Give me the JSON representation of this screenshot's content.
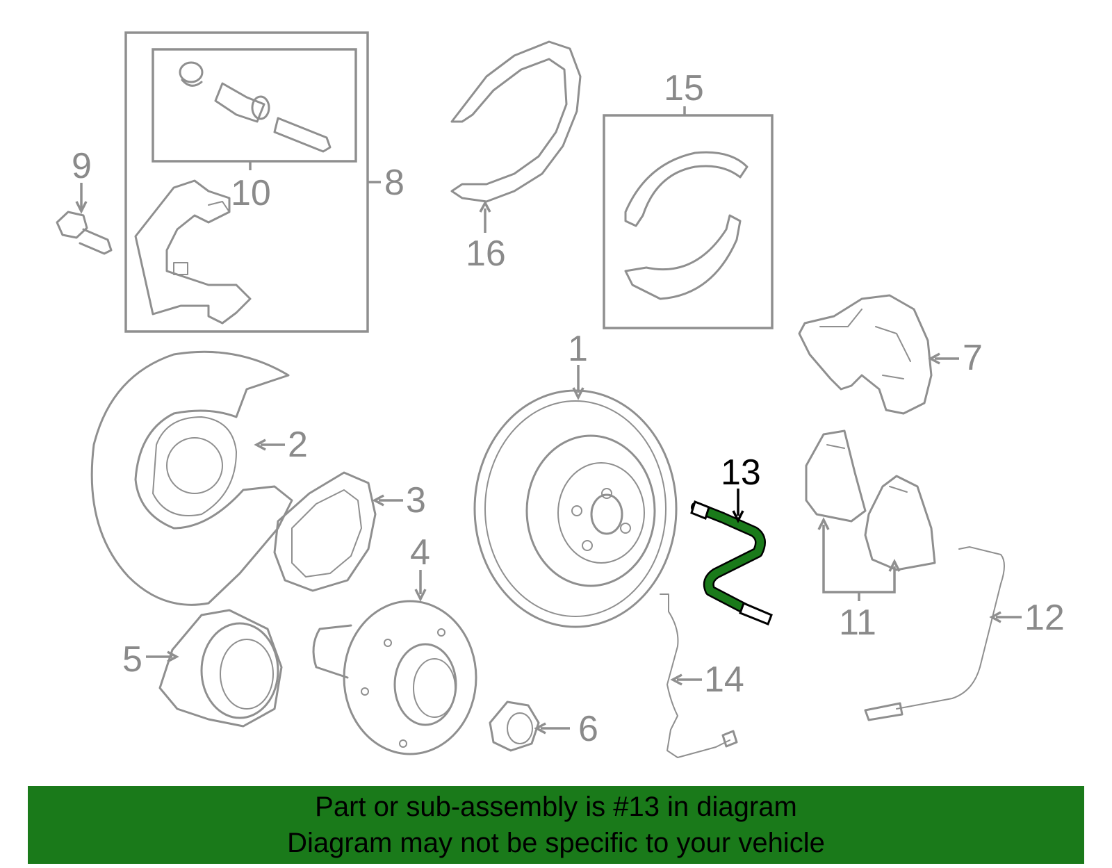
{
  "callouts": {
    "n1": "1",
    "n2": "2",
    "n3": "3",
    "n4": "4",
    "n5": "5",
    "n6": "6",
    "n7": "7",
    "n8": "8",
    "n9": "9",
    "n10": "10",
    "n11": "11",
    "n12": "12",
    "n13": "13",
    "n14": "14",
    "n15": "15",
    "n16": "16"
  },
  "banner": {
    "line1": "Part or sub-assembly is #13 in diagram",
    "line2": "Diagram may not be specific to your vehicle"
  },
  "colors": {
    "parts_stroke": "#8f8f8f",
    "highlight_part": "#1a7a1a",
    "banner_bg": "#1a7a1a",
    "text": "#000000"
  }
}
